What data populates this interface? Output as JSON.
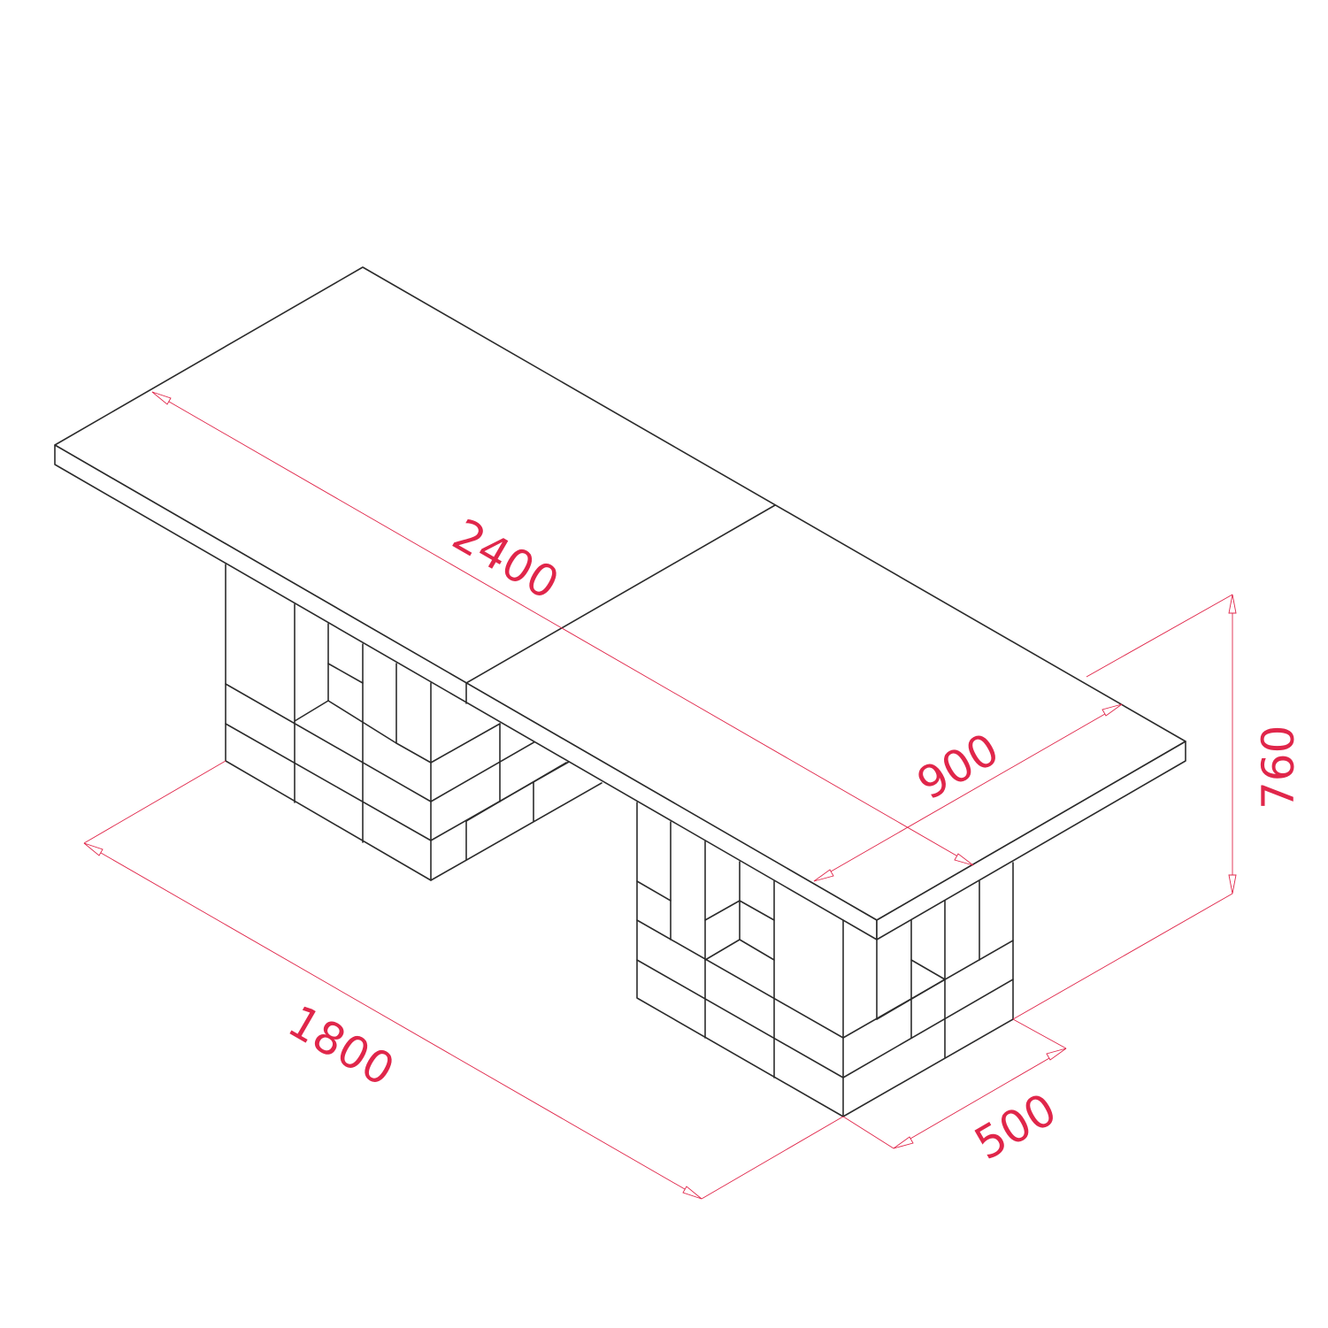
{
  "colors": {
    "outline": "#2b2b2b",
    "dimension": "#e0264a",
    "background": "#ffffff"
  },
  "dimensions": {
    "length": "2400",
    "depth": "900",
    "height": "760",
    "base_span": "1800",
    "base_depth": "500"
  }
}
